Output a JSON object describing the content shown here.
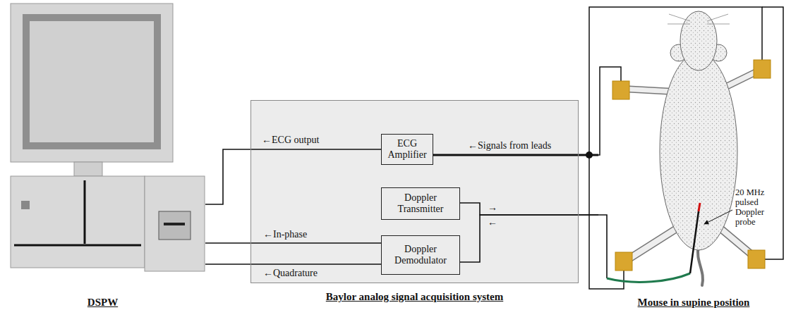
{
  "diagram": {
    "nodes": [
      {
        "text": [
          "DSPW"
        ]
      },
      {
        "text": [
          "Baylor analog signal acquisition system"
        ]
      },
      {
        "text": [
          "ECG Amplifier"
        ],
        "in": 1
      },
      {
        "text": [
          "Doppler Transmitter"
        ],
        "in": 1
      },
      {
        "text": [
          "Doppler Demodulator"
        ],
        "in": 1
      },
      {
        "text": [
          "Mouse in supine position"
        ]
      }
    ],
    "edges": [
      {
        "from": 2,
        "to": 0,
        "arrow": "none",
        "label": "←ECG output"
      },
      {
        "from": 4,
        "to": 0,
        "arrow": "none",
        "label": "←In-phase"
      },
      {
        "from": 4,
        "to": 0,
        "arrow": "none",
        "label": "←Quadrature"
      },
      {
        "from": 5,
        "to": 2,
        "arrow": "none",
        "label": "←Signals from leads"
      },
      {
        "from": 3,
        "to": 5,
        "arrow": "none",
        "label": "→"
      },
      {
        "from": 5,
        "to": 4,
        "arrow": "none",
        "label": "←"
      }
    ],
    "labels": [
      "20 MHz pulsed Doppler probe"
    ]
  }
}
